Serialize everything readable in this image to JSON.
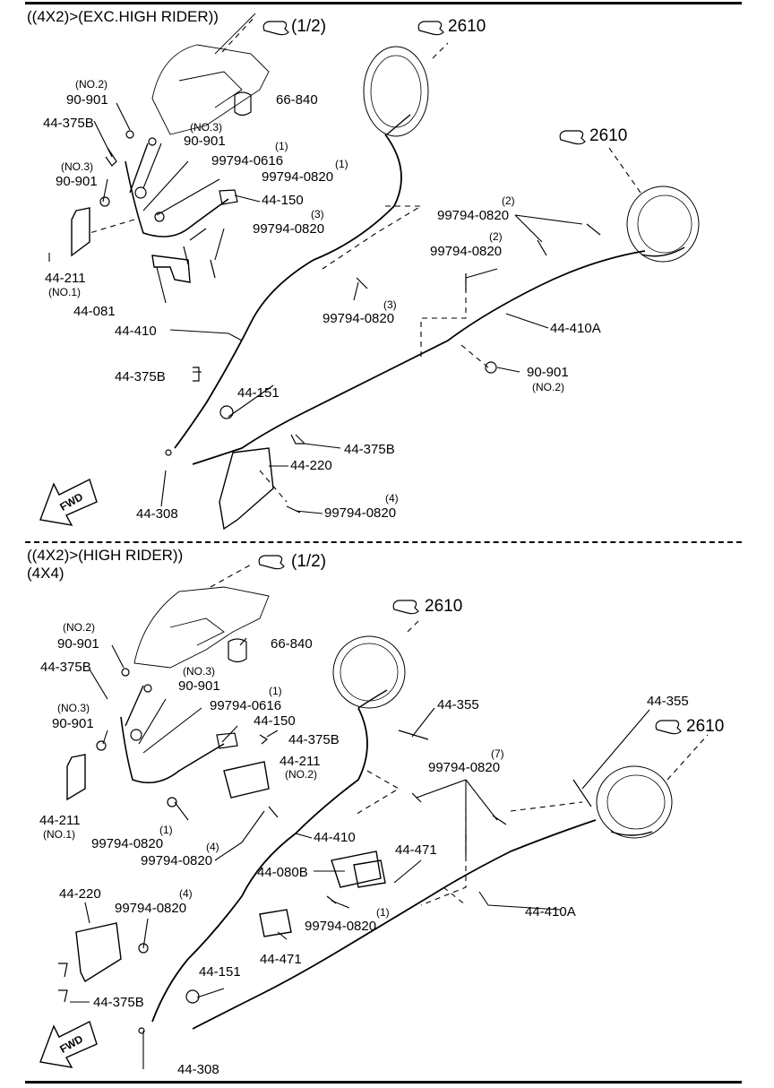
{
  "top": {
    "header": "((4X2)>(EXC.HIGH RIDER))",
    "ref_half": "(1/2)",
    "ref_2610_a": "2610",
    "ref_2610_b": "2610",
    "labels": {
      "no2_a": "(NO.2)",
      "p90901_a": "90-901",
      "p44375b_a": "44-375B",
      "no3_a": "(NO.3)",
      "p90901_b": "90-901",
      "no3_b": "(NO.3)",
      "p90901_c": "90-901",
      "p66840": "66-840",
      "q1_a": "(1)",
      "p99794_0616": "99794-0616",
      "q1_b": "(1)",
      "p99794_0820_a": "99794-0820",
      "p44150": "44-150",
      "q3_a": "(3)",
      "p99794_0820_b": "99794-0820",
      "q2_a": "(2)",
      "p99794_0820_c": "99794-0820",
      "q2_b": "(2)",
      "p99794_0820_d": "99794-0820",
      "p44211": "44-211",
      "no1_a": "(NO.1)",
      "p44081": "44-081",
      "p99794_0820_e": "99794-0820",
      "q3_b": "(3)",
      "p44410A": "44-410A",
      "p44410": "44-410",
      "p44375b_b": "44-375B",
      "p90901_d": "90-901",
      "no2_b": "(NO.2)",
      "p44151": "44-151",
      "p44375b_c": "44-375B",
      "p44220": "44-220",
      "q4_a": "(4)",
      "p99794_0820_f": "99794-0820",
      "p44308": "44-308",
      "fwd": "FWD"
    }
  },
  "bottom": {
    "header_line1": "((4X2)>(HIGH RIDER))",
    "header_line2": "(4X4)",
    "ref_half": "(1/2)",
    "ref_2610_a": "2610",
    "ref_2610_b": "2610",
    "labels": {
      "no2_a": "(NO.2)",
      "p90901_a": "90-901",
      "p66840": "66-840",
      "p44375b_a": "44-375B",
      "no3_a": "(NO.3)",
      "p90901_b": "90-901",
      "q1_a": "(1)",
      "p99794_0616": "99794-0616",
      "no3_b": "(NO.3)",
      "p90901_c": "90-901",
      "p44150": "44-150",
      "p44375b_b": "44-375B",
      "p44355_a": "44-355",
      "p44355_b": "44-355",
      "p44211_b": "44-211",
      "no2_b": "(NO.2)",
      "q7": "(7)",
      "p99794_0820_a": "99794-0820",
      "p44211": "44-211",
      "no1": "(NO.1)",
      "q1_b": "(1)",
      "p99794_0820_b": "99794-0820",
      "q4_a": "(4)",
      "p99794_0820_c": "99794-0820",
      "p44410": "44-410",
      "p44471_a": "44-471",
      "p44080b": "44-080B",
      "p44220": "44-220",
      "q4_b": "(4)",
      "p99794_0820_d": "99794-0820",
      "q1_c": "(1)",
      "p99794_0820_e": "99794-0820",
      "p44410A": "44-410A",
      "p44471_b": "44-471",
      "p44151": "44-151",
      "p44375b_c": "44-375B",
      "p44308": "44-308",
      "fwd": "FWD"
    }
  }
}
